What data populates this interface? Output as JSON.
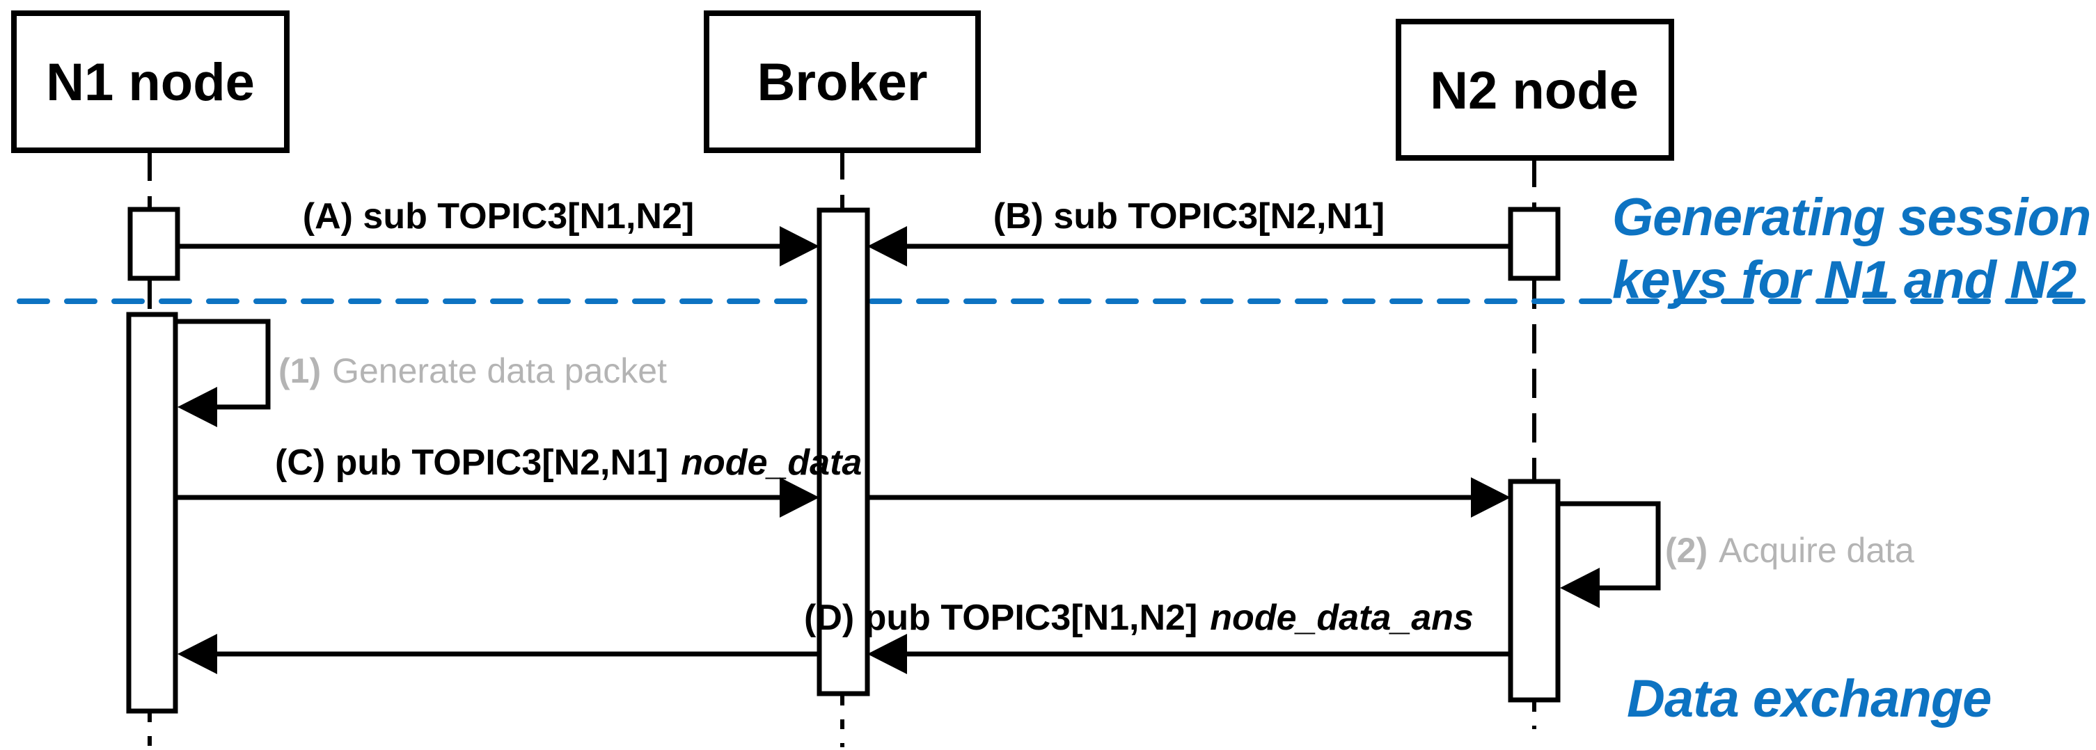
{
  "diagram": {
    "actors": [
      {
        "id": "n1",
        "label": "N1 node"
      },
      {
        "id": "broker",
        "label": "Broker"
      },
      {
        "id": "n2",
        "label": "N2 node"
      }
    ],
    "messages": {
      "a": {
        "label": "(A) sub TOPIC3[N1,N2]"
      },
      "b": {
        "label": "(B) sub TOPIC3[N2,N1]"
      },
      "c": {
        "label": "(C) pub TOPIC3[N2,N1]",
        "payload": "node_data"
      },
      "d": {
        "label": "(D) pub TOPIC3[N1,N2]",
        "payload": "node_data_ans"
      }
    },
    "self_notes": {
      "n1": {
        "index": "(1)",
        "text": "Generate data packet"
      },
      "n2": {
        "index": "(2)",
        "text": "Acquire data"
      }
    },
    "phases": {
      "session": {
        "line1": "Generating session",
        "line2": "keys for N1 and N2"
      },
      "exchange": {
        "label": "Data exchange"
      }
    },
    "colors": {
      "accent_blue": "#0d73c2",
      "note_gray": "#b4b4b4",
      "ink": "#000000",
      "background": "#ffffff"
    }
  }
}
